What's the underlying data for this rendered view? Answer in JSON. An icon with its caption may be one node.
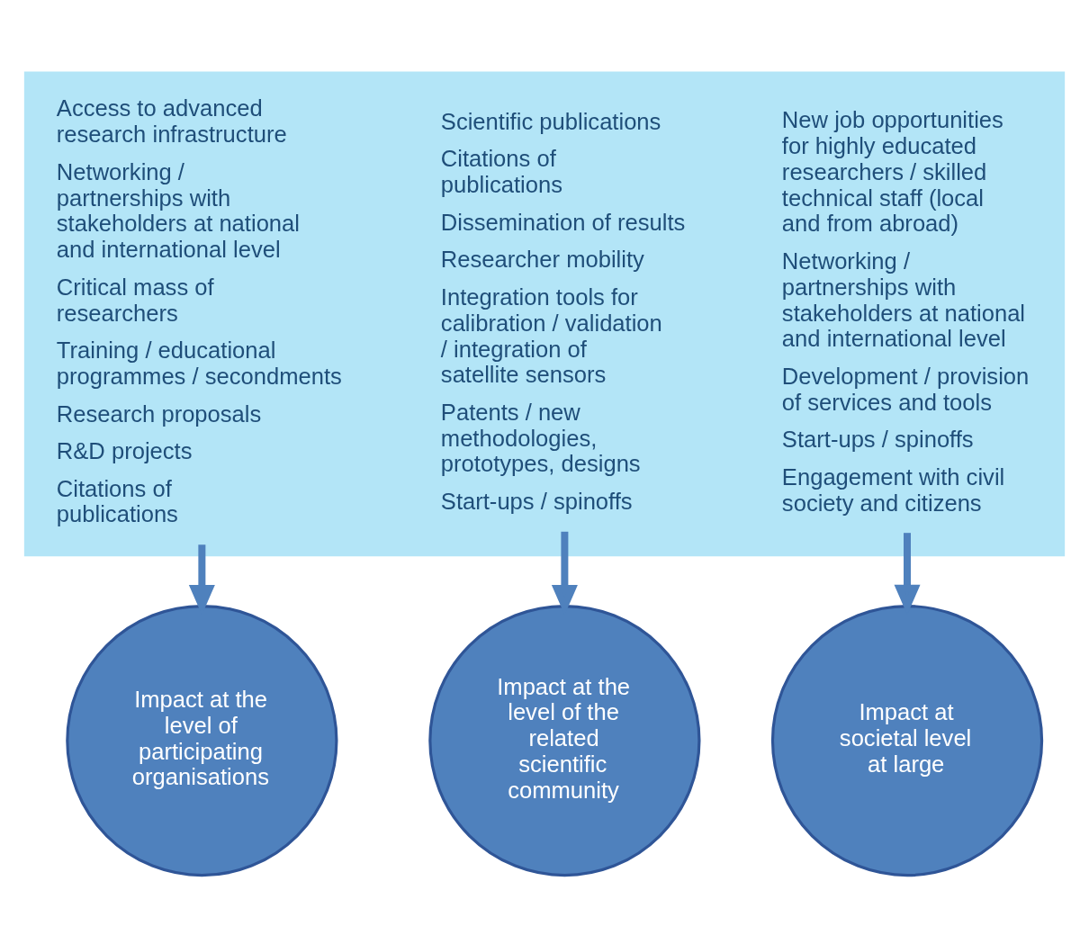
{
  "diagram": {
    "nodes": [
      {
        "text": [],
        "shape": "box"
      },
      {
        "text": [
          "Access to advanced research infrastructure",
          "Networking / partnerships with stakeholders at national and international level",
          "Critical mass of researchers",
          "Training / educational programmes / secondments",
          "Research proposals",
          "R&D projects",
          "Citations of publications"
        ],
        "in": 0
      },
      {
        "text": [
          "Scientific publications",
          "Citations of publications",
          "Dissemination of results",
          "Researcher mobility",
          "Integration tools for calibration / validation / integration of satellite sensors",
          "Patents / new methodologies, prototypes, designs",
          "Start-ups / spinoffs"
        ],
        "in": 0
      },
      {
        "text": [
          "New job opportunities for highly educated researchers / skilled technical staff (local and from abroad)",
          "Networking / partnerships with stakeholders at national and international level",
          "Development / provision of services and tools",
          "Start-ups / spinoffs",
          "Engagement with civil society and citizens"
        ],
        "in": 0
      },
      {
        "text": [
          "Impact at the level of participating organisations"
        ]
      },
      {
        "text": [
          "Impact at the level of the related scientific community"
        ]
      },
      {
        "text": [
          "Impact at societal level at large"
        ]
      }
    ],
    "edges": [
      {
        "from": 1,
        "to": 4,
        "arrow": "to"
      },
      {
        "from": 2,
        "to": 5,
        "arrow": "to"
      },
      {
        "from": 3,
        "to": 6,
        "arrow": "to"
      }
    ]
  }
}
